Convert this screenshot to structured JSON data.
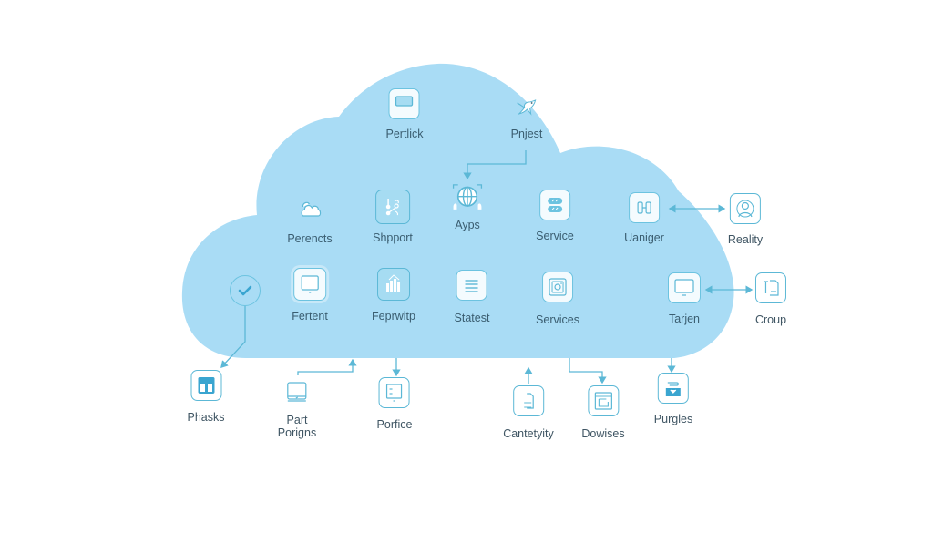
{
  "diagram": {
    "colors": {
      "cloud": "#a9dcf5",
      "stroke": "#5cb8d6",
      "label": "#3a5d70",
      "background": "#ffffff"
    },
    "cloud_nodes": [
      {
        "id": "pertlick",
        "label": "Pertlick",
        "icon": "window-icon"
      },
      {
        "id": "pnjest",
        "label": "Pnjest",
        "icon": "bird-icon"
      },
      {
        "id": "perencts",
        "label": "Perencts",
        "icon": "cloud-icon"
      },
      {
        "id": "shpport",
        "label": "Shpport",
        "icon": "share-nodes-icon"
      },
      {
        "id": "ayps",
        "label": "Ayps",
        "icon": "globe-icon"
      },
      {
        "id": "service",
        "label": "Service",
        "icon": "link-icon"
      },
      {
        "id": "uaniger",
        "label": "Uaniger",
        "icon": "connector-icon"
      },
      {
        "id": "check",
        "label": "",
        "icon": "check-circle-icon"
      },
      {
        "id": "fertent",
        "label": "Fertent",
        "icon": "tablet-icon"
      },
      {
        "id": "feprwitp",
        "label": "Feprwitp",
        "icon": "bar-chart-icon"
      },
      {
        "id": "statest",
        "label": "Statest",
        "icon": "list-icon"
      },
      {
        "id": "services",
        "label": "Services",
        "icon": "camera-icon"
      },
      {
        "id": "tarjen",
        "label": "Tarjen",
        "icon": "monitor-icon"
      }
    ],
    "outside_nodes": [
      {
        "id": "reality",
        "label": "Reality",
        "icon": "user-icon"
      },
      {
        "id": "croup",
        "label": "Croup",
        "icon": "document-icon"
      },
      {
        "id": "phasks",
        "label": "Phasks",
        "icon": "table-icon"
      },
      {
        "id": "part-porigns",
        "label": "Part\nPorigns",
        "line1": "Part",
        "line2": "Porigns",
        "icon": "desktop-icon"
      },
      {
        "id": "porfice",
        "label": "Porfice",
        "icon": "screen-icon"
      },
      {
        "id": "cantetyity",
        "label": "Cantetyity",
        "icon": "file-icon"
      },
      {
        "id": "dowises",
        "label": "Dowises",
        "icon": "frame-icon"
      },
      {
        "id": "purgles",
        "label": "Purgles",
        "icon": "inbox-icon"
      }
    ]
  }
}
